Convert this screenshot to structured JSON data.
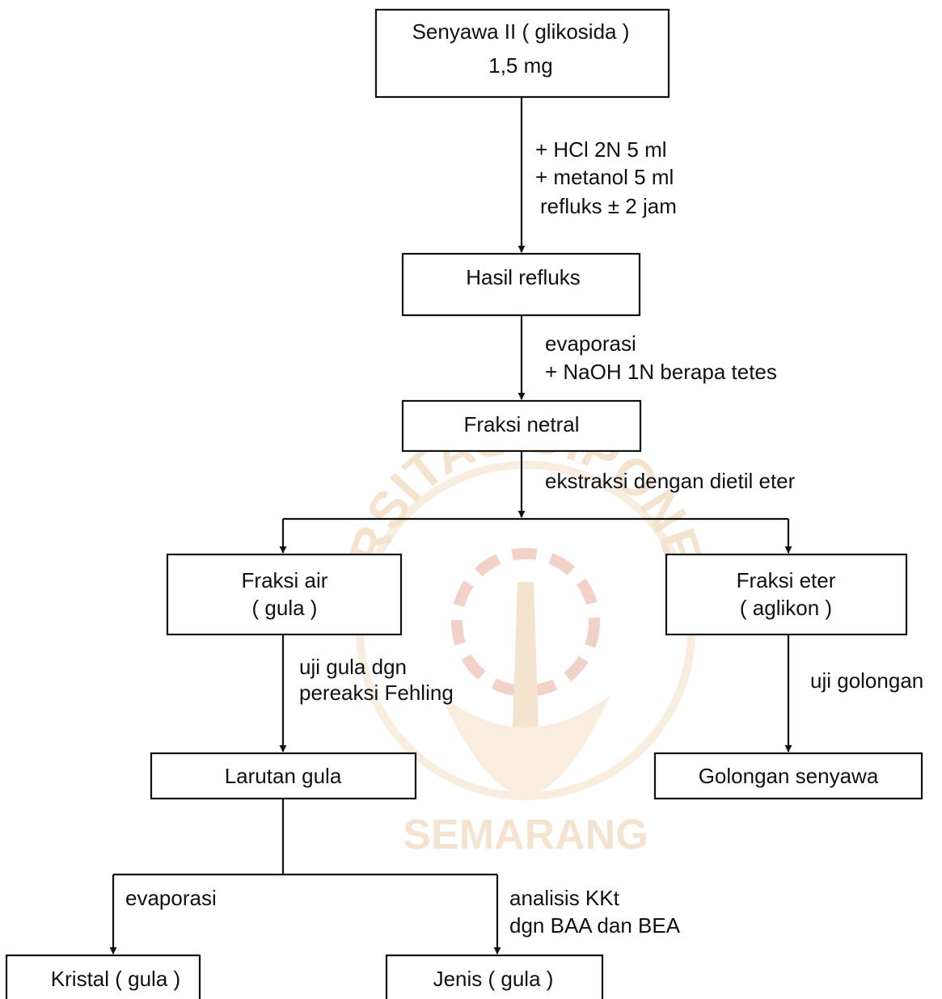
{
  "colors": {
    "ink": "#111111",
    "watermark": "#f1dcc0",
    "watermark_red": "#eec2b8"
  },
  "watermark": {
    "arc_text": "UNIVERSITAS DIPONEGORO",
    "bottom_text": "SEMARANG"
  },
  "nodes": {
    "senyawa": {
      "line1": "Senyawa II ( glikosida )",
      "line2": "1,5 mg"
    },
    "hasil_refluks": "Hasil refluks",
    "fraksi_netral": "Fraksi netral",
    "fraksi_air": {
      "line1": "Fraksi air",
      "line2": "( gula )"
    },
    "fraksi_eter": {
      "line1": "Fraksi eter",
      "line2": "( aglikon )"
    },
    "larutan_gula": "Larutan gula",
    "golongan_senyawa": "Golongan senyawa",
    "kristal": "Kristal ( gula )",
    "jenis": "Jenis  ( gula )"
  },
  "edges": {
    "reflux": [
      "+ HCl 2N 5 ml",
      "+ metanol 5 ml",
      "refluks ± 2 jam"
    ],
    "evaporasi_naoh": [
      "evaporasi",
      "+ NaOH 1N berapa tetes"
    ],
    "ekstraksi": "ekstraksi dengan dietil eter",
    "uji_gula": [
      "uji gula dgn",
      "pereaksi Fehling"
    ],
    "uji_golongan": "uji golongan",
    "evaporasi": "evaporasi",
    "analisis": [
      "analisis KKt",
      "dgn BAA dan BEA"
    ]
  }
}
